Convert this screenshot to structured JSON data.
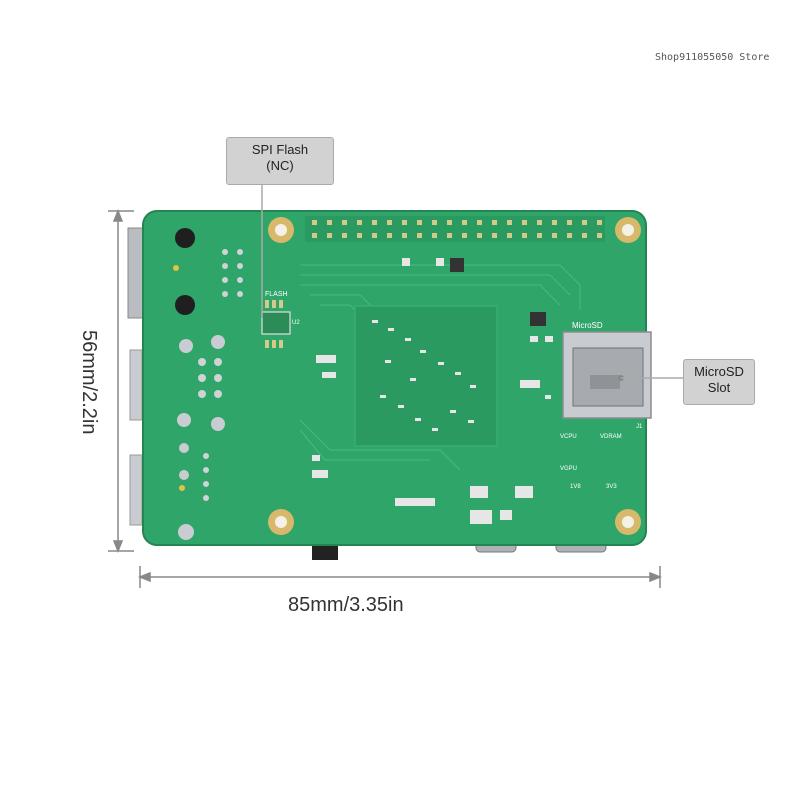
{
  "store_watermark": "Shop911055050 Store",
  "callouts": {
    "spi_flash": {
      "line1": "SPI Flash",
      "line2": "(NC)"
    },
    "microsd": {
      "line1": "MicroSD",
      "line2": "Slot"
    }
  },
  "board_labels": {
    "flash": "FLASH",
    "u2": "U2",
    "microsd_silk": "MicroSD",
    "j1": "J1",
    "vcpu": "VCPU",
    "vdram": "VDRAM",
    "vgpu": "VGPU",
    "v1v8": "1V8",
    "v3v3": "3V3"
  },
  "dimensions": {
    "height": "56mm/2.2in",
    "width": "85mm/3.35in"
  },
  "colors": {
    "pcb": "#2fa56a",
    "pcb_dark": "#238a55",
    "callout_bg": "#d2d2d2"
  }
}
